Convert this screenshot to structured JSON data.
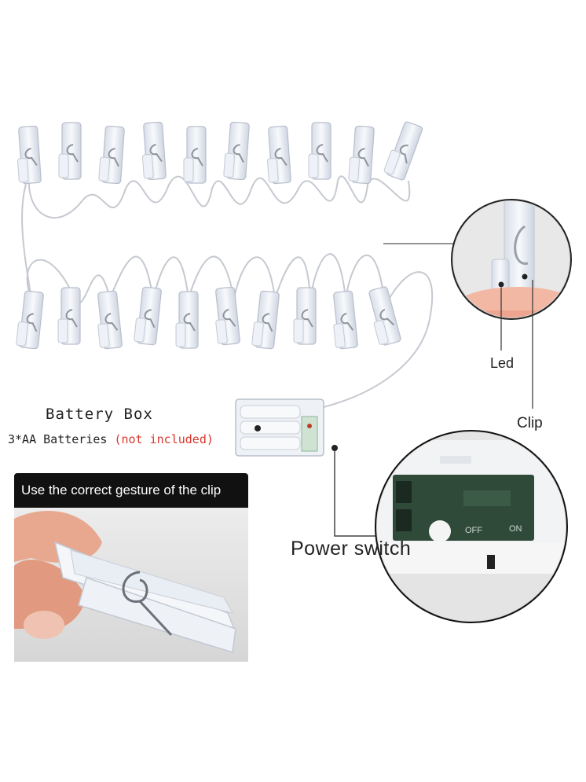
{
  "labels": {
    "battery_title": "Battery Box",
    "battery_sub": "3*AA Batteries ",
    "battery_note": "(not included)",
    "led": "Led",
    "clip": "Clip",
    "power_switch": "Power switch",
    "gesture_banner": "Use the correct gesture of the clip",
    "switch_off": "OFF",
    "switch_on": "ON"
  },
  "colors": {
    "banner_bg": "#111111",
    "note_red": "#d9372b",
    "board_green": "#2f4a38",
    "wire": "#c9ccd4",
    "clip_body": "#e6eaf2"
  },
  "clip_count_top_row": 10,
  "clip_count_bottom_row": 10
}
